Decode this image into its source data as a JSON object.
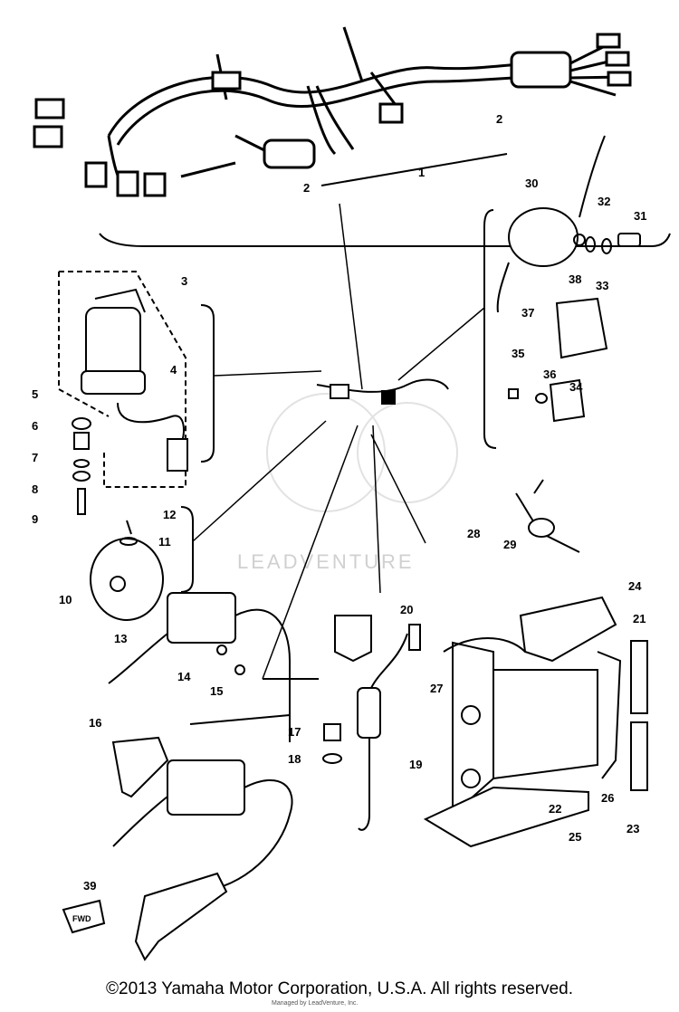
{
  "callouts": [
    "1",
    "2",
    "2",
    "3",
    "4",
    "5",
    "6",
    "7",
    "8",
    "9",
    "10",
    "11",
    "12",
    "13",
    "14",
    "15",
    "16",
    "17",
    "18",
    "19",
    "20",
    "21",
    "22",
    "23",
    "24",
    "25",
    "26",
    "27",
    "28",
    "29",
    "30",
    "31",
    "32",
    "33",
    "34",
    "35",
    "36",
    "37",
    "38",
    "39"
  ],
  "watermark": "LEADVENTURE",
  "fwd_tag": "FWD",
  "footer_small": "Managed by LeadVenture, Inc.",
  "copyright": "©2013 Yamaha Motor Corporation, U.S.A. All rights reserved.",
  "colors": {
    "ink": "#000000",
    "paper": "#ffffff",
    "watermark": "#d0d0d0"
  }
}
